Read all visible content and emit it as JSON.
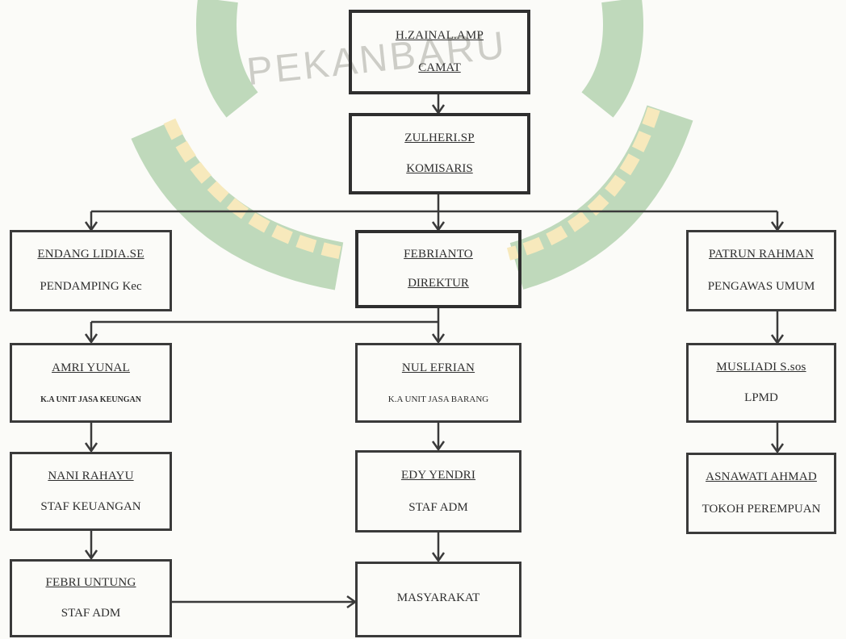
{
  "watermark": {
    "text": "PEKANBARU",
    "color": "#6aa46a",
    "accent": "#f2d37a"
  },
  "colors": {
    "line": "#3a3a3a",
    "text": "#2e2e2e"
  },
  "nodes": {
    "camat": {
      "name": "H.ZAINAL.AMP",
      "role": "CAMAT"
    },
    "komisaris": {
      "name": "ZULHERI.SP",
      "role": "KOMISARIS"
    },
    "direktur": {
      "name": "FEBRIANTO",
      "role": "DIREKTUR"
    },
    "pendamping": {
      "name": "ENDANG LIDIA.SE",
      "role": "PENDAMPING Kec"
    },
    "pengawas": {
      "name": "PATRUN RAHMAN",
      "role": "PENGAWAS UMUM"
    },
    "keuangan_unit": {
      "name": "AMRI YUNAL",
      "role": "K.A UNIT JASA KEUNGAN"
    },
    "barang_unit": {
      "name": "NUL EFRIAN",
      "role": "K.A UNIT JASA BARANG"
    },
    "lpmd": {
      "name": "MUSLIADI S.sos",
      "role": "LPMD"
    },
    "staf_keuangan": {
      "name": "NANI RAHAYU",
      "role": "STAF KEUANGAN"
    },
    "staf_adm_barang": {
      "name": "EDY YENDRI",
      "role": "STAF ADM"
    },
    "tokoh": {
      "name": "ASNAWATI AHMAD",
      "role": "TOKOH PEREMPUAN"
    },
    "staf_adm_keu": {
      "name": "FEBRI UNTUNG",
      "role": "STAF ADM"
    },
    "masyarakat": {
      "name": "MASYARAKAT"
    }
  }
}
